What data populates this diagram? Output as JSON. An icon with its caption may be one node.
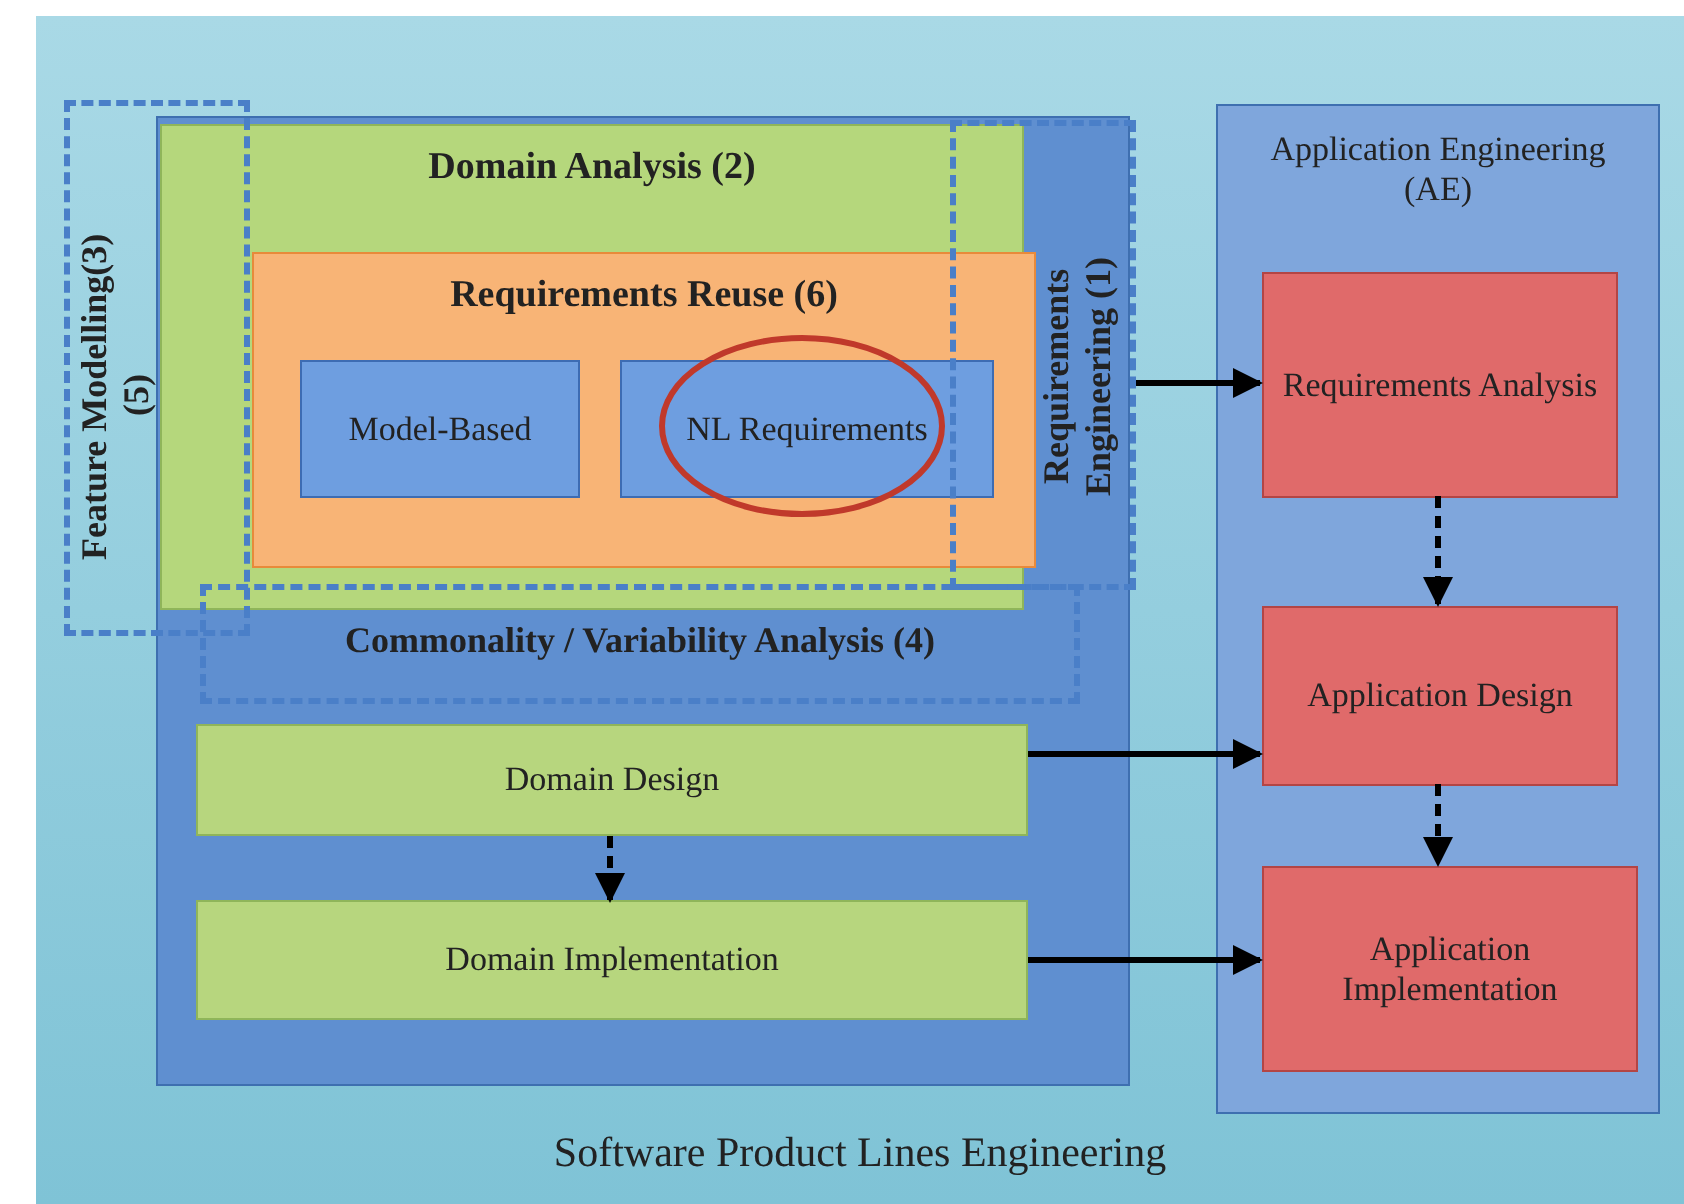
{
  "diagram": {
    "caption": "Software Product Lines Engineering",
    "nodes": [
      {
        "text": [
          "Domain Analysis (2)"
        ]
      },
      {
        "text": [
          "Requirements Reuse (6)"
        ],
        "in": 0
      },
      {
        "text": [
          "Model-Based"
        ],
        "in": 1
      },
      {
        "text": [
          "NL Requirements"
        ],
        "in": 1
      },
      {
        "text": [
          "Feature Modelling(3)(5)"
        ]
      },
      {
        "text": [
          "Requirements Engineering (1)"
        ]
      },
      {
        "text": [
          "Commonality / Variability Analysis (4)"
        ]
      },
      {
        "text": [
          "Domain Design"
        ]
      },
      {
        "text": [
          "Domain Implementation"
        ]
      },
      {
        "text": [
          "Application Engineering (AE)"
        ]
      },
      {
        "text": [
          "Requirements Analysis"
        ],
        "in": 9
      },
      {
        "text": [
          "Application Design"
        ],
        "in": 9
      },
      {
        "text": [
          "Application Implementation"
        ],
        "in": 9
      }
    ],
    "edges": [
      {
        "from": 5,
        "to": 10,
        "arrow": "to"
      },
      {
        "from": 7,
        "to": 11,
        "arrow": "to"
      },
      {
        "from": 8,
        "to": 12,
        "arrow": "to"
      },
      {
        "from": 7,
        "to": 8,
        "arrow": "to",
        "style": "dashed"
      },
      {
        "from": 10,
        "to": 11,
        "arrow": "to",
        "style": "dashed"
      },
      {
        "from": 11,
        "to": 12,
        "arrow": "to",
        "style": "dashed"
      }
    ]
  }
}
